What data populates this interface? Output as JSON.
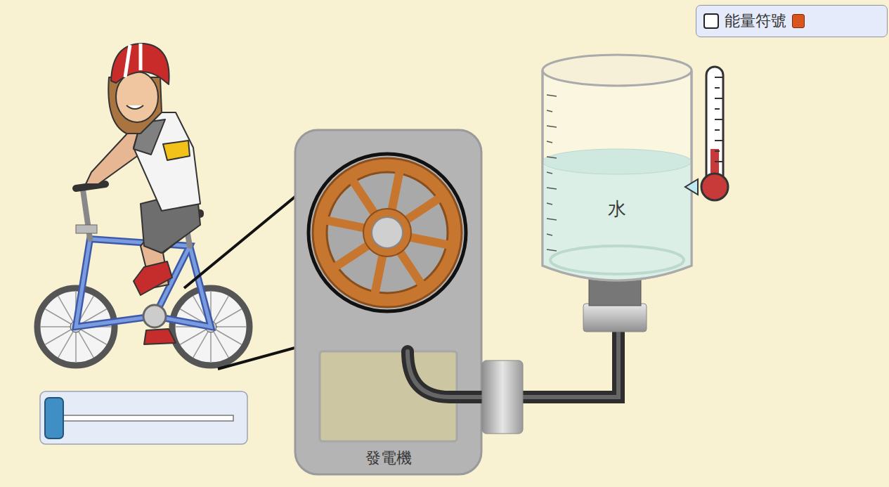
{
  "diagram": {
    "nodes": [
      {
        "text": [
          "能量符號"
        ]
      },
      {
        "text": [
          "發電機"
        ]
      },
      {
        "text": [
          "水"
        ]
      }
    ]
  }
}
